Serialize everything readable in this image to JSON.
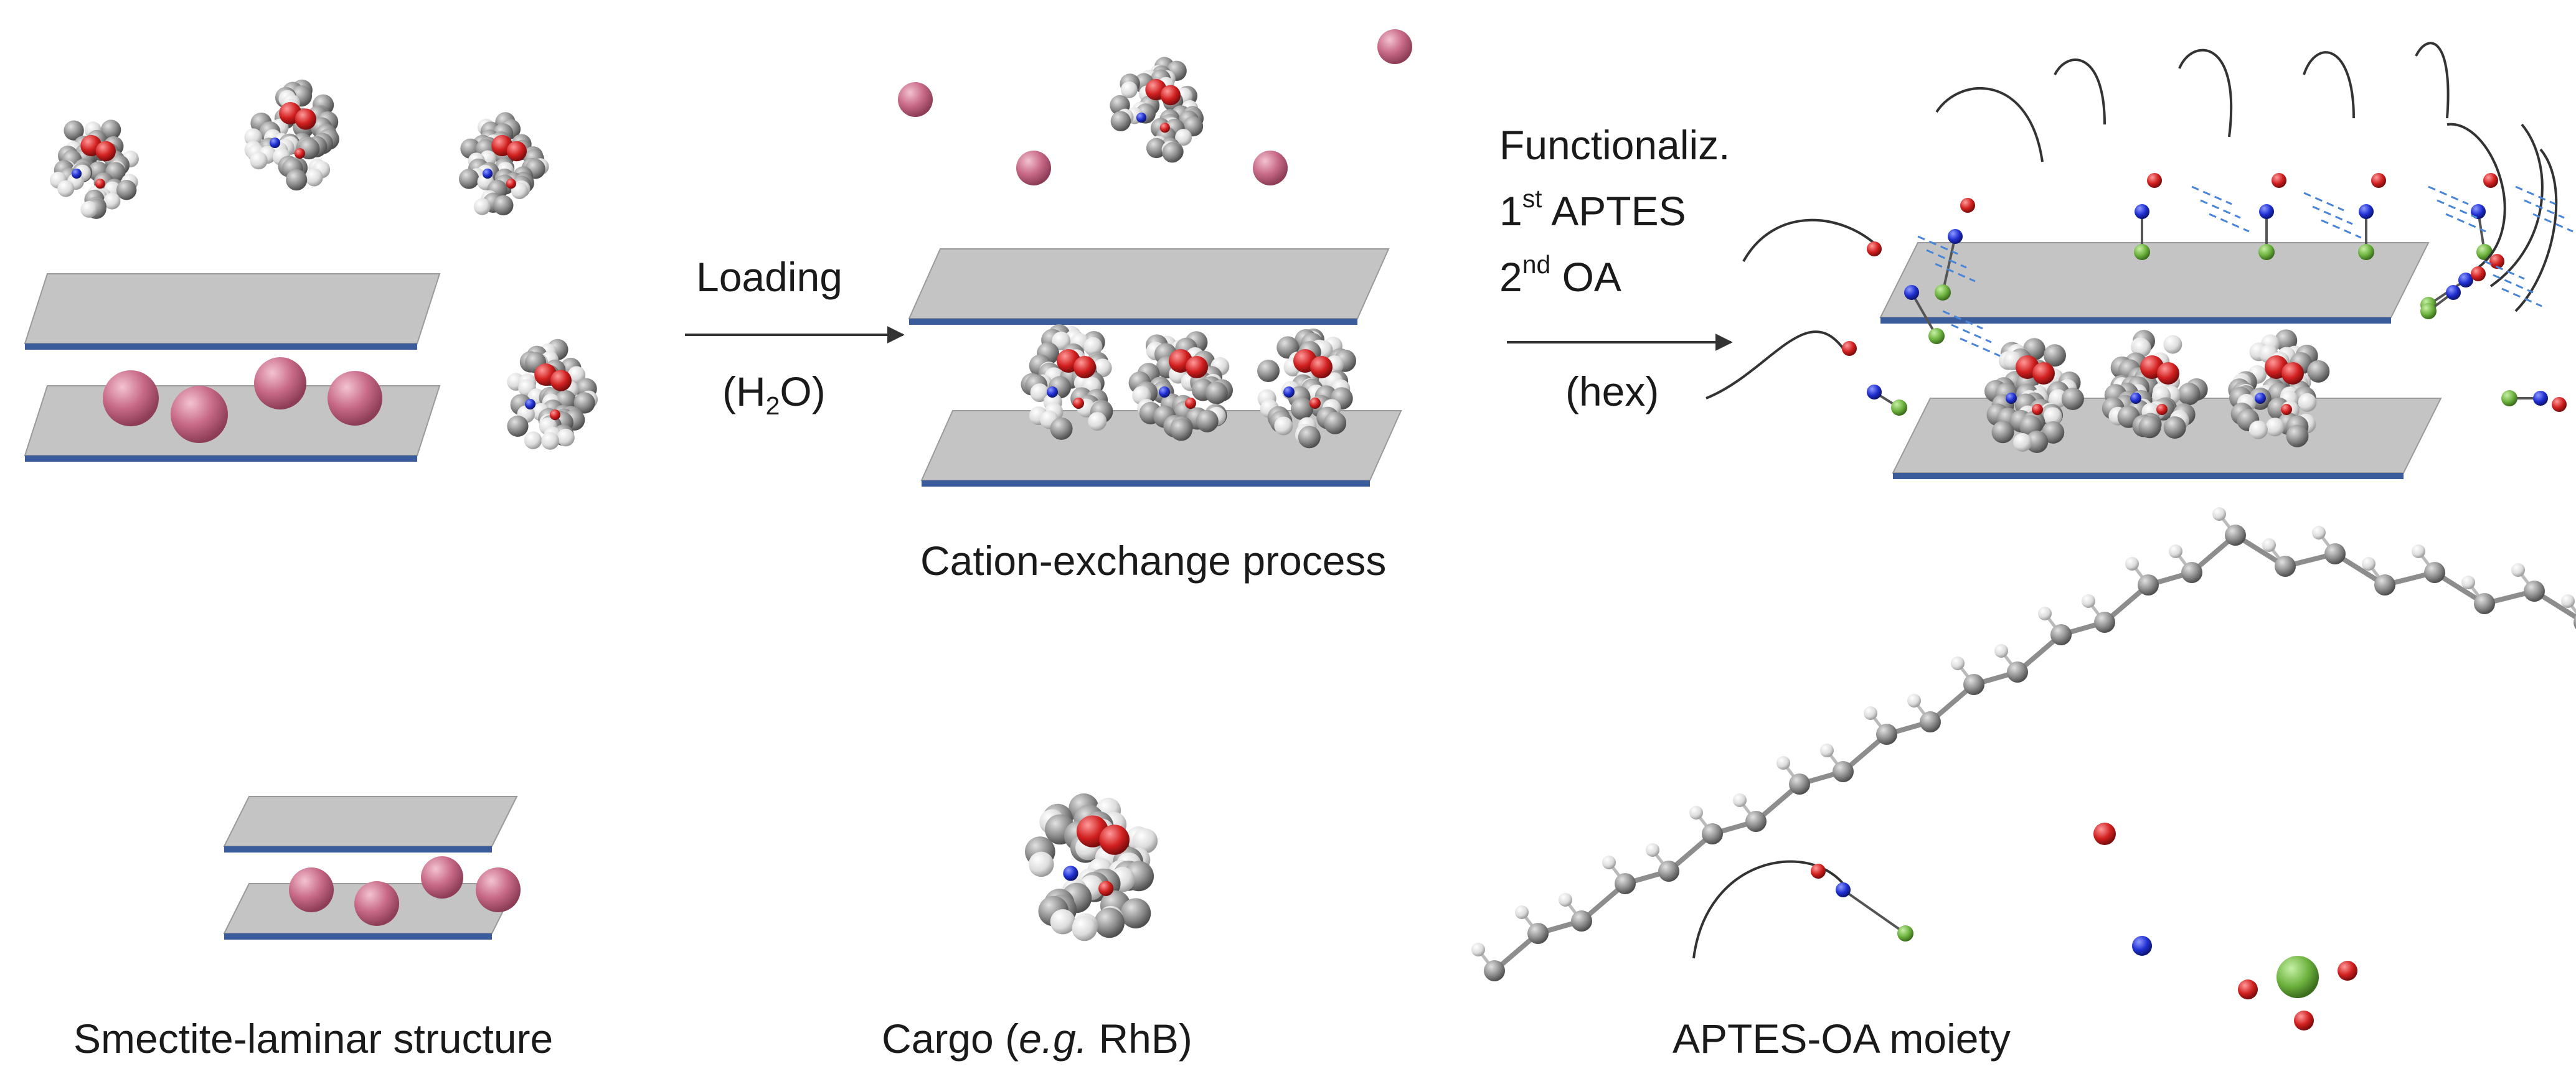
{
  "step1": {
    "label": "Loading",
    "solvent_open": "(H",
    "solvent_sub": "2",
    "solvent_close": "O)"
  },
  "step2": {
    "line1": "Functionaliz.",
    "line2_num": "1",
    "line2_sup": "st",
    "line2_text": " APTES",
    "line3_num": "2",
    "line3_sup": "nd",
    "line3_text": " OA",
    "solvent": "(hex)"
  },
  "middle_caption": "Cation-exchange process",
  "legend": {
    "smectite": "Smectite-laminar structure",
    "cargo_prefix": "Cargo (",
    "cargo_italic": "e.g.",
    "cargo_suffix": " RhB)",
    "moiety": "APTES-OA moiety"
  },
  "colors": {
    "sheet_top": "#c4c4c4",
    "sheet_edge": "#3a5c9a",
    "cation": "#c86a87",
    "oxygen": "#d11f1f",
    "nitrogen": "#1f2fd1",
    "silicon": "#6cb23e",
    "carbon": "#8d8d8d",
    "hydrogen": "#e6e6e6",
    "chain": "#333333",
    "hbond": "#4a84d6"
  }
}
